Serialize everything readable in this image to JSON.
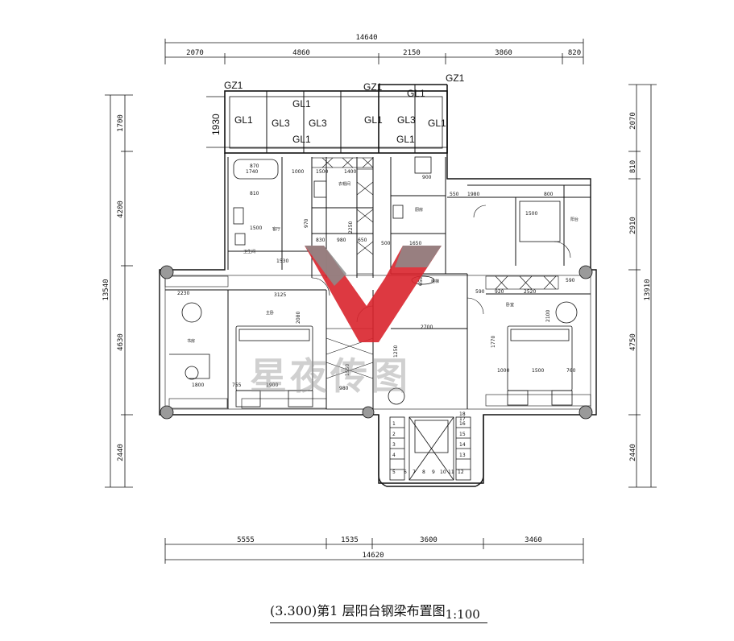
{
  "title": {
    "elevation": "(3.300)",
    "text": "第1 层阳台钢梁布置图",
    "scale": "1:100"
  },
  "dims": {
    "top_total": "14640",
    "top_segments": [
      "2070",
      "4860",
      "2150",
      "3860",
      "820"
    ],
    "bottom_total": "14620",
    "bottom_segments": [
      "5555",
      "1535",
      "3600",
      "3460"
    ],
    "left_total": "13540",
    "left_segments": [
      "1700",
      "4200",
      "4630",
      "2440"
    ],
    "right_total": "13910",
    "right_segments": [
      "2070",
      "810",
      "2910",
      "4750",
      "2440"
    ],
    "balcony_depth": "1930"
  },
  "beam_labels": {
    "gz": [
      "GZ1",
      "GZ1",
      "GZ1"
    ],
    "gl": [
      "GL1",
      "GL3",
      "GL1",
      "GL3",
      "GL1",
      "GL1",
      "GL3",
      "GL1",
      "GL1",
      "GL1"
    ]
  },
  "interior_dims": [
    "1740",
    "1000",
    "1500",
    "1400",
    "900",
    "870",
    "810",
    "1500",
    "1980",
    "800",
    "1500",
    "3125",
    "2230",
    "2700",
    "920",
    "2520",
    "1800",
    "755",
    "1900",
    "980",
    "1000",
    "1500",
    "760",
    "1530",
    "830",
    "980",
    "650",
    "500",
    "1650",
    "2100",
    "2080",
    "1250",
    "1550",
    "1770",
    "650",
    "590",
    "550",
    "590",
    "970",
    "2250"
  ],
  "room_labels": [
    "客厅",
    "主卧",
    "卧室",
    "阳台",
    "卫生间",
    "衣帽间",
    "书房",
    "厨房",
    "电梯"
  ],
  "stair_steps": [
    "1",
    "2",
    "3",
    "4",
    "5",
    "6",
    "7",
    "8",
    "9",
    "10",
    "11",
    "12",
    "13",
    "14",
    "15",
    "16",
    "17",
    "18"
  ],
  "watermark": {
    "brand": "星夜传图"
  },
  "colors": {
    "line": "#111111",
    "watermark_red": "#d9232c",
    "watermark_gray": "#8c8c8c"
  }
}
